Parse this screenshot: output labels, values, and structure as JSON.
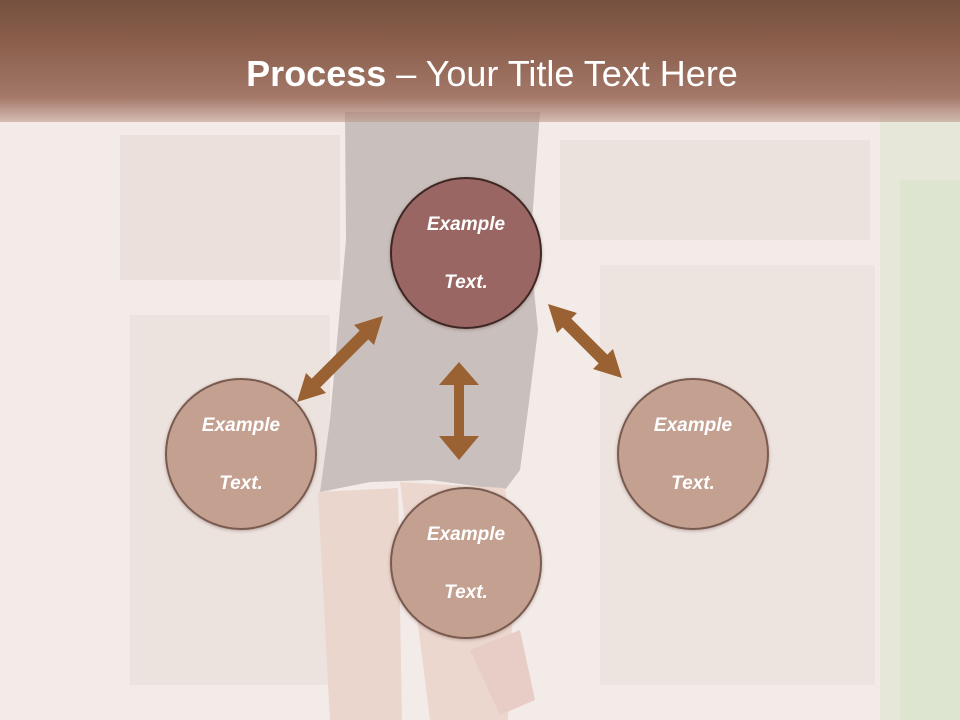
{
  "title": {
    "bold": "Process",
    "rest": " – Your Title Text Here"
  },
  "nodes": {
    "center": {
      "line1": "Example",
      "line2": "Text."
    },
    "left": {
      "line1": "Example",
      "line2": "Text."
    },
    "bottom": {
      "line1": "Example",
      "line2": "Text."
    },
    "right": {
      "line1": "Example",
      "line2": "Text."
    }
  },
  "colors": {
    "title_bar": "#8a5e4b",
    "center_node": "#9a6663",
    "satellite_node": "#c4a091",
    "arrow": "#9a6232"
  },
  "icons": {
    "arrow": "double-headed-arrow"
  }
}
